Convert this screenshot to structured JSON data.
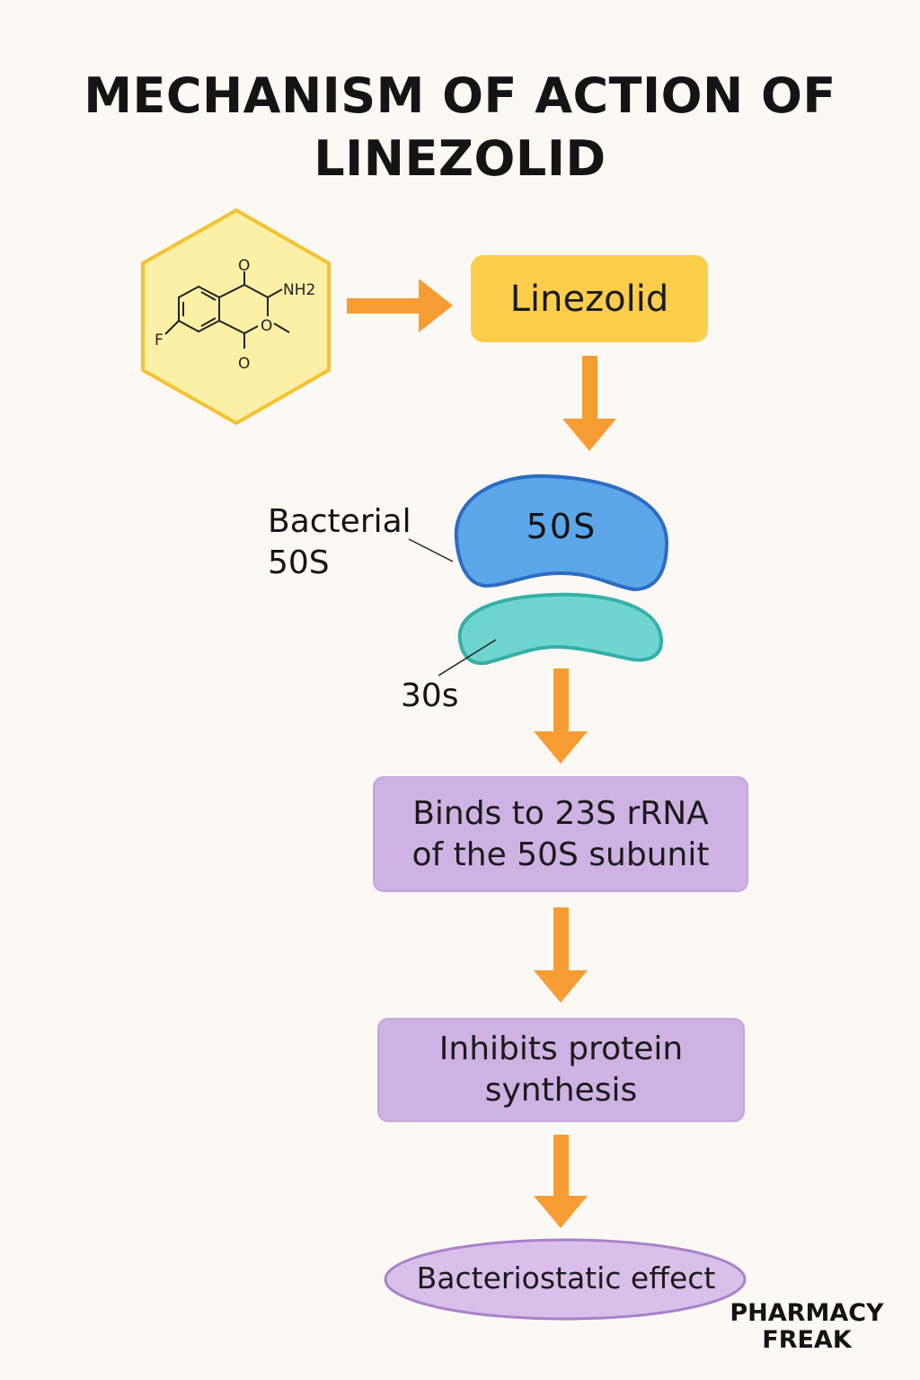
{
  "title": {
    "line1": "MECHANISM OF ACTION OF",
    "line2": "LINEZOLID"
  },
  "molecule": {
    "icon": "chemical-structure-icon",
    "atoms": {
      "fluorine": "F",
      "amine": "NH2",
      "oxygen_top": "O",
      "oxygen_bottom": "O",
      "oxygen_ring": "O"
    }
  },
  "drug_box": {
    "label": "Linezolid"
  },
  "ribosome": {
    "large_subunit_label": "50S",
    "callout_label_line1": "Bacterial",
    "callout_label_line2": "50S",
    "small_subunit_label": "30s"
  },
  "steps": [
    {
      "line1": "Binds to 23S rRNA",
      "line2": "of the 50S subunit"
    },
    {
      "line1": "Inhibits protein",
      "line2": "synthesis"
    }
  ],
  "effect": {
    "label": "Bacteriostatic effect"
  },
  "brand": {
    "line1": "PHARMACY",
    "line2": "FREAK"
  },
  "colors": {
    "background": "#fcf9f4",
    "arrow": "#f59d32",
    "hexagon_fill": "#fcf0a6",
    "hexagon_stroke": "#f4c230",
    "drug_box": "#fbcd4b",
    "subunit_50s_fill": "#5ca6ea",
    "subunit_50s_stroke": "#2c6cc4",
    "subunit_30s_fill": "#6fd5cf",
    "subunit_30s_stroke": "#35b0a9",
    "step_box": "#cdb2e3",
    "effect_ellipse_fill": "#d9bfea",
    "effect_ellipse_stroke": "#a982c9"
  }
}
